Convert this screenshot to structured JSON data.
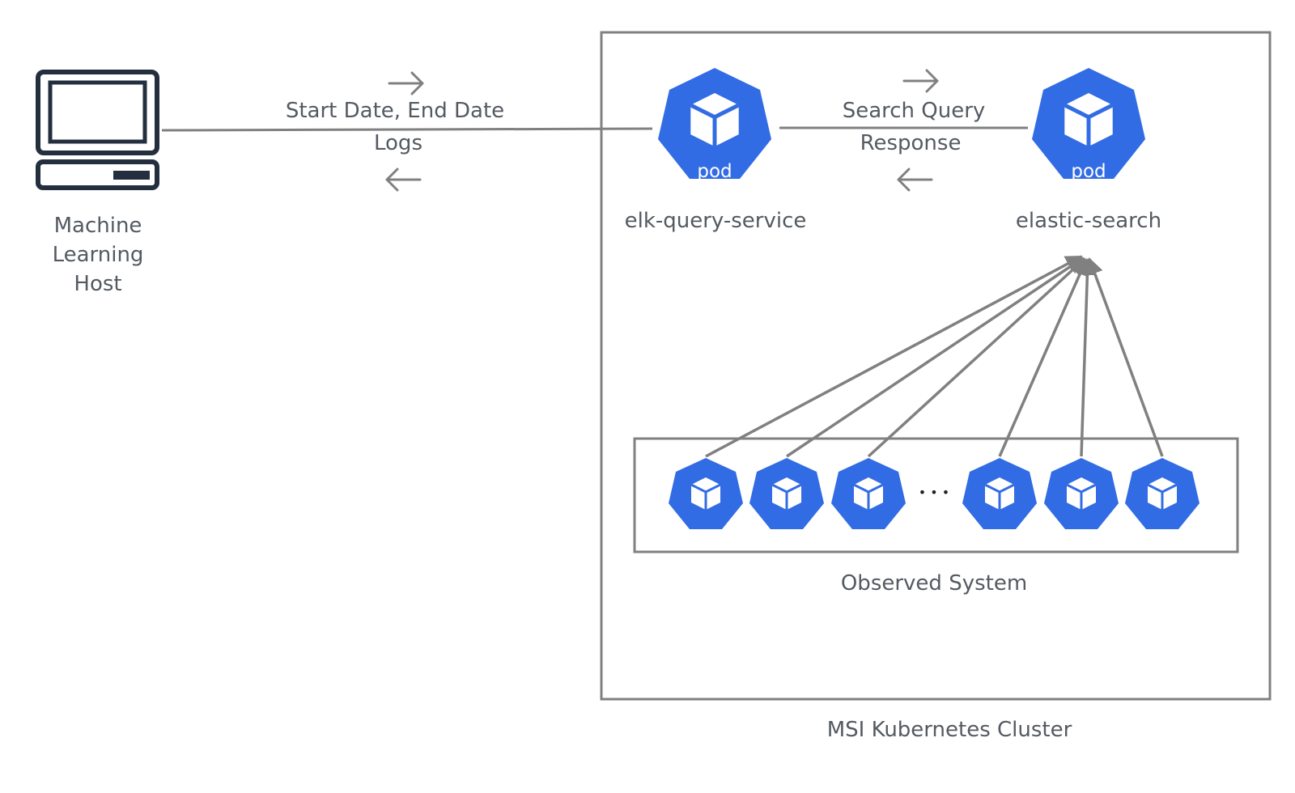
{
  "host": {
    "label_lines": [
      "Machine",
      "Learning",
      "Host"
    ]
  },
  "link_host_service": {
    "request": "Start Date, End Date",
    "response": "Logs"
  },
  "link_service_es": {
    "request": "Search Query",
    "response": "Response"
  },
  "pods": {
    "elk_query_service": {
      "badge": "pod",
      "label": "elk-query-service"
    },
    "elastic_search": {
      "badge": "pod",
      "label": "elastic-search"
    }
  },
  "observed": {
    "label": "Observed System",
    "ellipsis": "• • •"
  },
  "cluster": {
    "label": "MSI Kubernetes Cluster"
  },
  "colors": {
    "pod": "#326ce5",
    "line": "#808080",
    "host": "#232f3e"
  }
}
